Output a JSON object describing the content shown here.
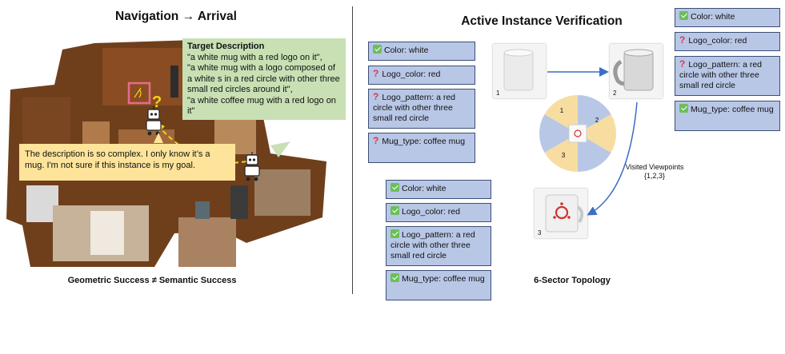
{
  "left": {
    "title": "Navigation → Arrival",
    "caption": "Geometric Success ≠ Semantic Success",
    "target_description": {
      "heading": "Target Description",
      "lines": [
        "\"a white mug with a red logo on it\",",
        "\"a white mug with a logo composed of a white s in a red circle with other three small red circles around it\",",
        "\"a white coffee mug with a red logo on it\""
      ]
    },
    "agent_thought": "The description is so complex. I only know it’s a mug. I'm not sure if this instance is my goal."
  },
  "right": {
    "title": "Active Instance Verification",
    "caption": "6-Sector Topology",
    "visited_label": "Visited Viewpoints",
    "visited_set": "{1,2,3}",
    "view_labels": [
      "1",
      "2",
      "3"
    ],
    "sector_labels": [
      "1",
      "2",
      "3"
    ],
    "attribute_sets": [
      [
        {
          "status": "check",
          "text": "Color: white"
        },
        {
          "status": "question",
          "text": "Logo_color: red"
        },
        {
          "status": "question",
          "text": "Logo_pattern: a red circle with other three small red circle"
        },
        {
          "status": "question",
          "text": "Mug_type: coffee mug"
        }
      ],
      [
        {
          "status": "check",
          "text": "Color: white"
        },
        {
          "status": "question",
          "text": "Logo_color: red"
        },
        {
          "status": "question",
          "text": "Logo_pattern: a red circle with other three small red circle"
        },
        {
          "status": "check",
          "text": "Mug_type: coffee mug"
        }
      ],
      [
        {
          "status": "check",
          "text": "Color: white"
        },
        {
          "status": "check",
          "text": "Logo_color: red"
        },
        {
          "status": "check",
          "text": "Logo_pattern: a red circle with other three small red circle"
        },
        {
          "status": "check",
          "text": "Mug_type: coffee mug"
        }
      ]
    ]
  },
  "colors": {
    "check": "#6bbf59",
    "question": "#d83a52",
    "card_fill": "#b8c7e6",
    "card_border": "#3c4f77",
    "bubble_green": "#c8e0b4",
    "bubble_yellow": "#fde49a",
    "sector_yellow": "#f7dea0",
    "sector_blue": "#b8c7e6",
    "arrow_blue": "#3a6fc4",
    "path_yellow": "#f2d21b",
    "target_box": "#e86a8e"
  }
}
